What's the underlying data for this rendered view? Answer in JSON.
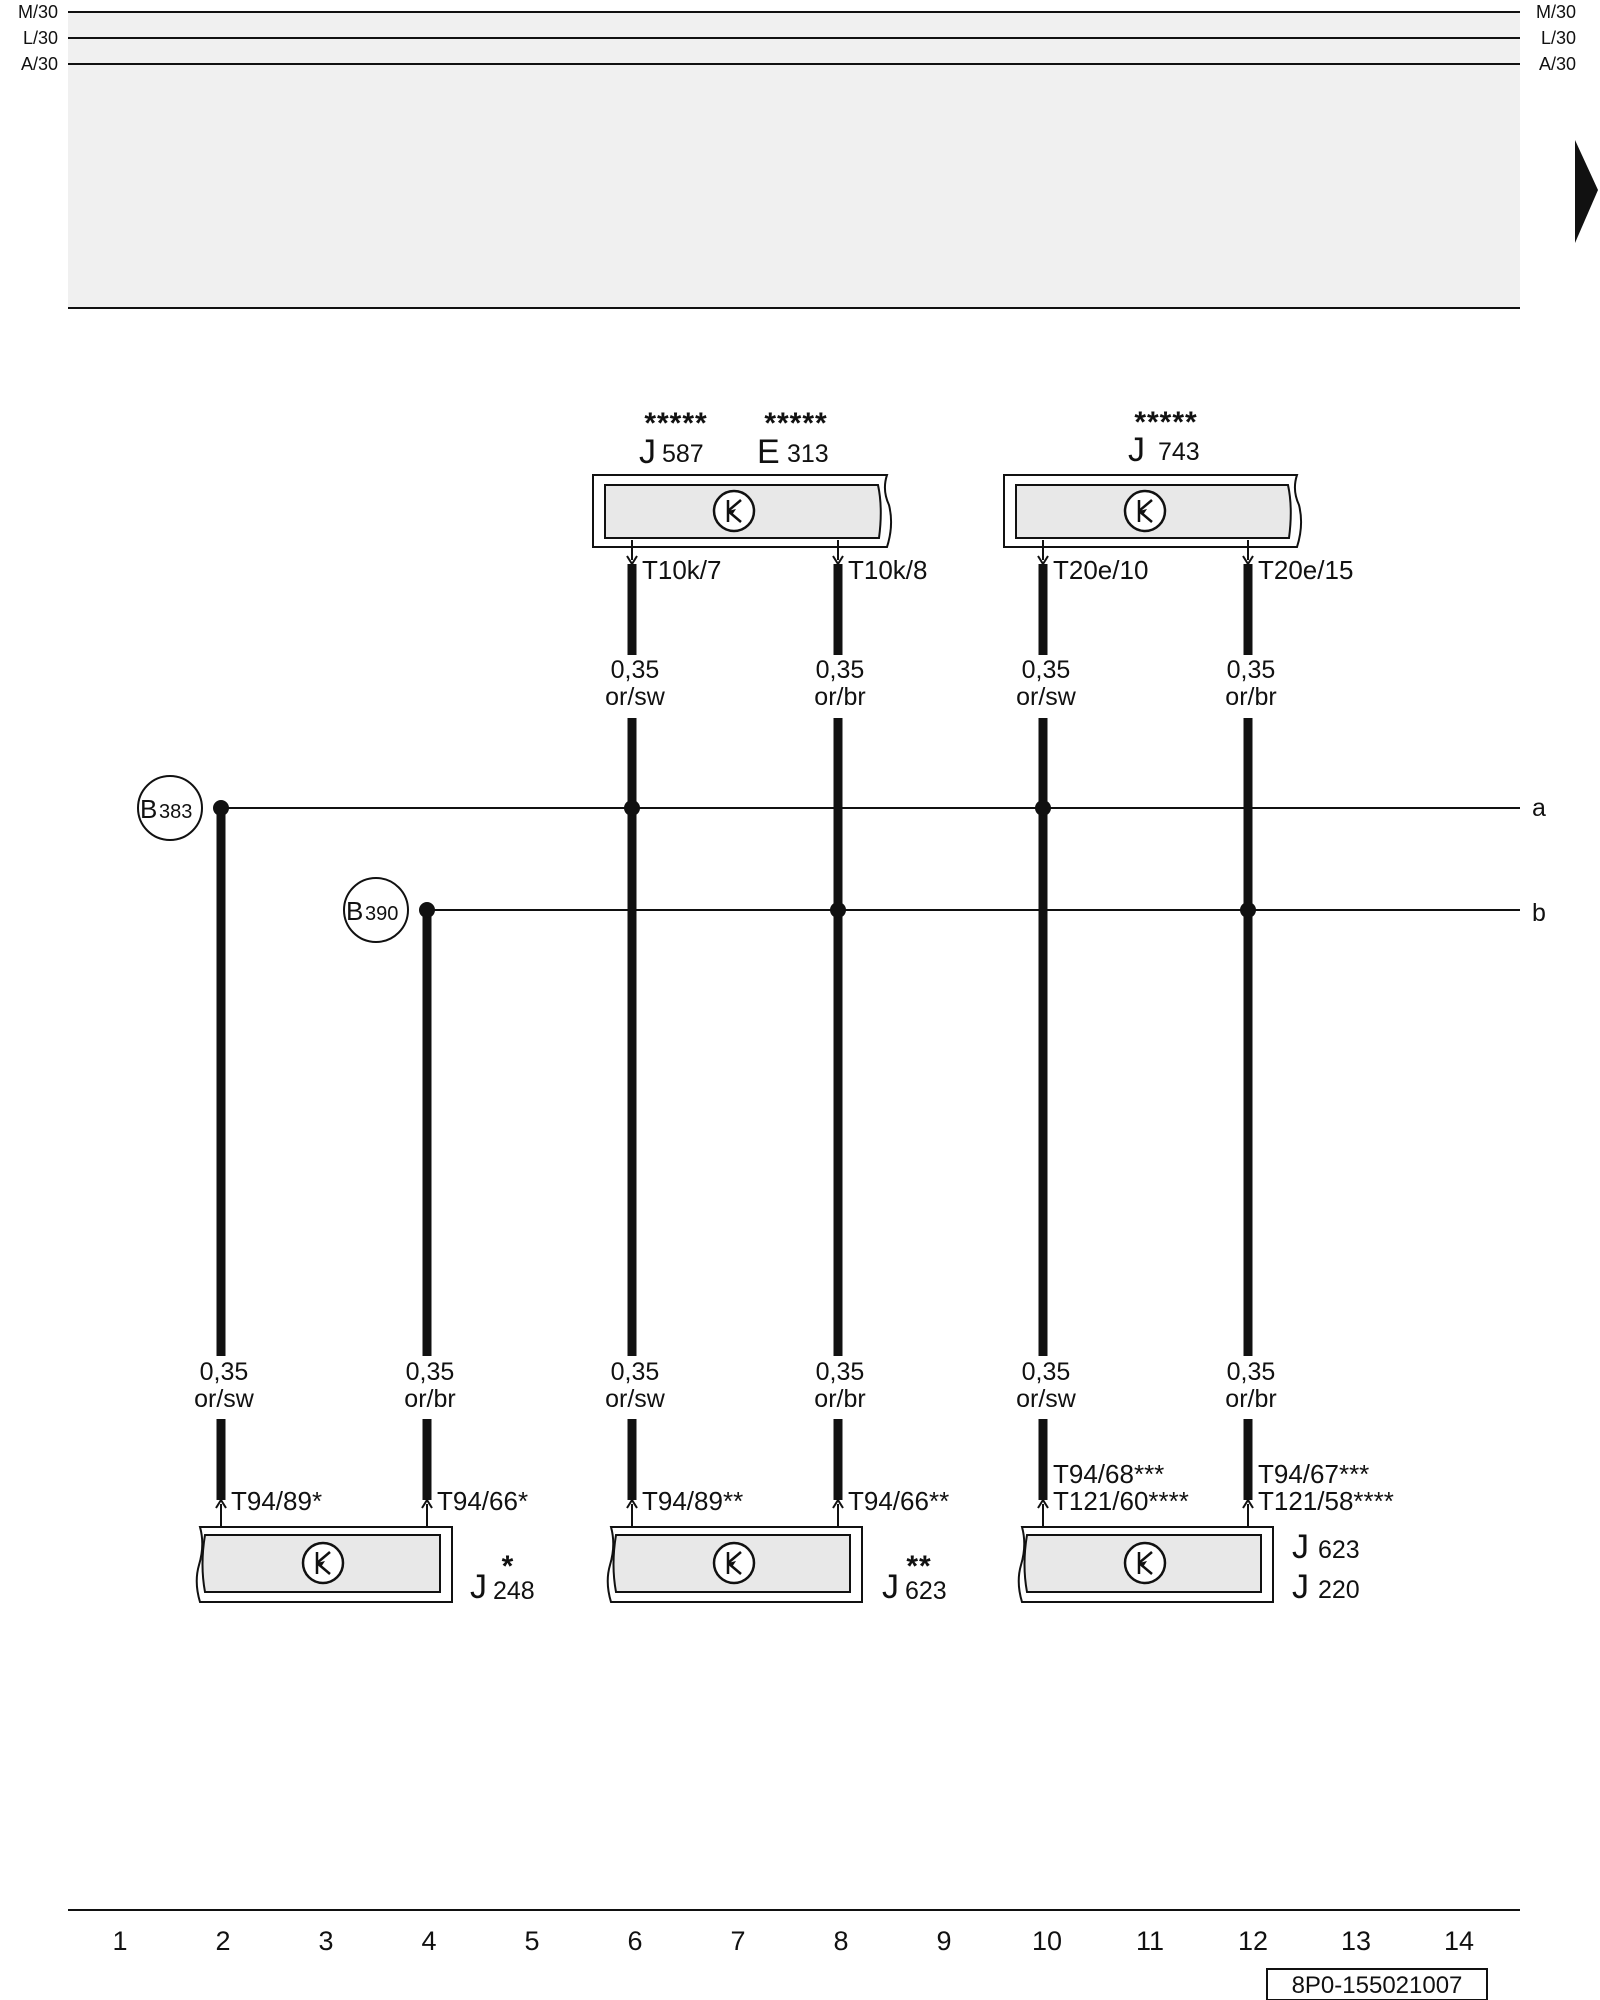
{
  "rails": {
    "left": [
      "M/30",
      "L/30",
      "A/30"
    ],
    "right": [
      "M/30",
      "L/30",
      "A/30"
    ]
  },
  "top_components": [
    {
      "stars": "*****",
      "letter": "J",
      "number": "587"
    },
    {
      "stars": "*****",
      "letter": "E",
      "number": "313"
    },
    {
      "stars": "*****",
      "letter": "J",
      "number": "743"
    }
  ],
  "top_pins": [
    "T10k/7",
    "T10k/8",
    "T20e/10",
    "T20e/15"
  ],
  "top_wires": [
    {
      "size": "0,35",
      "color": "or/sw"
    },
    {
      "size": "0,35",
      "color": "or/br"
    },
    {
      "size": "0,35",
      "color": "or/sw"
    },
    {
      "size": "0,35",
      "color": "or/br"
    }
  ],
  "ground_points": [
    {
      "letter": "B",
      "number": "383"
    },
    {
      "letter": "B",
      "number": "390"
    }
  ],
  "bus_ends": [
    "a",
    "b"
  ],
  "bottom_wires": [
    {
      "size": "0,35",
      "color": "or/sw"
    },
    {
      "size": "0,35",
      "color": "or/br"
    },
    {
      "size": "0,35",
      "color": "or/sw"
    },
    {
      "size": "0,35",
      "color": "or/br"
    },
    {
      "size": "0,35",
      "color": "or/sw"
    },
    {
      "size": "0,35",
      "color": "or/br"
    }
  ],
  "bottom_pins": [
    {
      "lines": [
        "T94/89*"
      ]
    },
    {
      "lines": [
        "T94/66*"
      ]
    },
    {
      "lines": [
        "T94/89**"
      ]
    },
    {
      "lines": [
        "T94/66**"
      ]
    },
    {
      "lines": [
        "T94/68***",
        "T121/60****"
      ]
    },
    {
      "lines": [
        "T94/67***",
        "T121/58****"
      ]
    }
  ],
  "bottom_components": [
    {
      "stars": "*",
      "letter": "J",
      "number": "248"
    },
    {
      "stars": "**",
      "letter": "J",
      "number": "623"
    },
    {
      "letter": "J",
      "number": "623"
    },
    {
      "letter": "J",
      "number": "220"
    }
  ],
  "column_numbers": [
    "1",
    "2",
    "3",
    "4",
    "5",
    "6",
    "7",
    "8",
    "9",
    "10",
    "11",
    "12",
    "13",
    "14"
  ],
  "reference_code": "8P0-155021007",
  "colors": {
    "line": "#111111",
    "shade": "#f0f0f0",
    "component_fill": "#e8e8e8"
  }
}
